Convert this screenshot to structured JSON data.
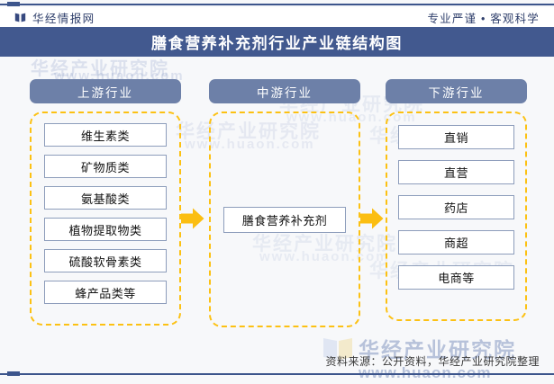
{
  "header": {
    "brand_icon": "book-logo-icon",
    "brand": "华经情报网",
    "tagline": "专业严谨 • 客观科学"
  },
  "title": "膳食营养补充剂行业产业链结构图",
  "columns": [
    {
      "key": "upstream",
      "header": "上游行业",
      "nodes": [
        "维生素类",
        "矿物质类",
        "氨基酸类",
        "植物提取物类",
        "硫酸软骨素类",
        "蜂产品类等"
      ]
    },
    {
      "key": "midstream",
      "header": "中游行业",
      "nodes": [
        "膳食营养补充剂"
      ]
    },
    {
      "key": "downstream",
      "header": "下游行业",
      "nodes": [
        "直销",
        "直营",
        "药店",
        "商超",
        "电商等"
      ]
    }
  ],
  "arrows": [
    {
      "name": "arrow-upstream-to-midstream",
      "direction": "right"
    },
    {
      "name": "arrow-midstream-to-downstream",
      "direction": "right"
    }
  ],
  "watermarks": {
    "brand_cn": "华经产业研究院",
    "brand_url": "www.huaon.com"
  },
  "footer": "资料来源：公开资料，华经产业研究院整理",
  "colors": {
    "title_band": "#42598F",
    "pill": "#6D80A8",
    "dashed_border": "#FCC113",
    "arrow": "#FBBE12",
    "node_border": "#8D9DBB",
    "rule": "#3C558C",
    "page_bg": "#F7F8FA"
  }
}
